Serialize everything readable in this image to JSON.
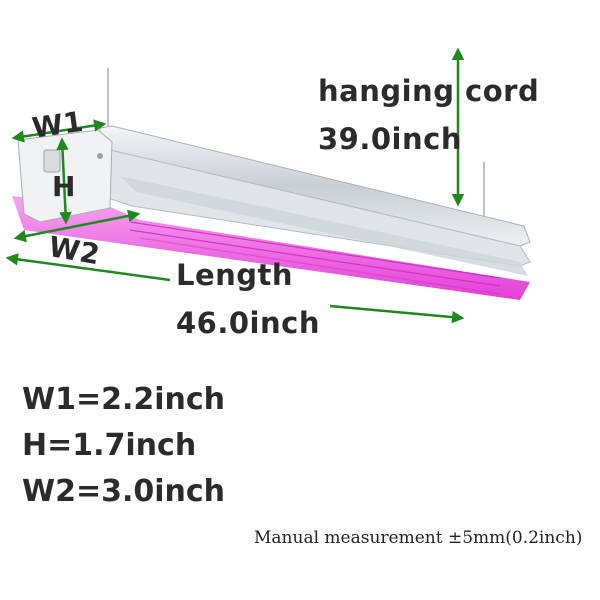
{
  "labels": {
    "w1": "W1",
    "h": "H",
    "w2": "W2",
    "hanging_cord": "hanging cord",
    "hanging_cord_value": "39.0inch",
    "length": "Length",
    "length_value": "46.0inch"
  },
  "specs": {
    "w1": "W1=2.2inch",
    "h": "H=1.7inch",
    "w2": "W2=3.0inch"
  },
  "note": "Manual measurement ±5mm(0.2inch)",
  "colors": {
    "arrow": "#1e8a1e",
    "grow_light": "#e84ae0",
    "housing": "#d8dde2",
    "text": "#2b2b2b"
  }
}
